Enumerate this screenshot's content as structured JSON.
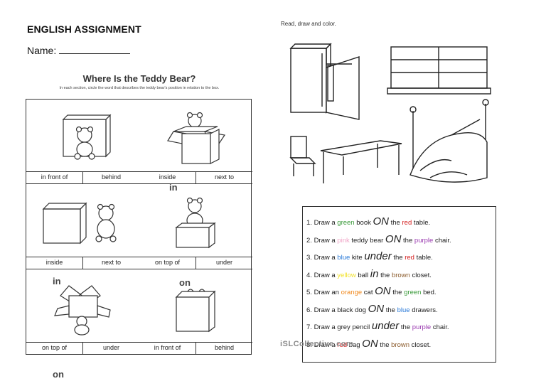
{
  "header": {
    "title": "ENGLISH ASSIGNMENT",
    "name_label": "Name:"
  },
  "worksheet": {
    "title": "Where Is the Teddy Bear?",
    "instruction": "In each section, circle the word that describes the teddy bear's position in relation to the box.",
    "cells": [
      {
        "options": [
          "in front of",
          "behind"
        ]
      },
      {
        "options": [
          "inside",
          "next to"
        ]
      },
      {
        "options": [
          "inside",
          "next to"
        ]
      },
      {
        "options": [
          "on top of",
          "under"
        ]
      },
      {
        "options": [
          "on top of",
          "under"
        ]
      },
      {
        "options": [
          "in front of",
          "behind"
        ]
      }
    ],
    "handwritten": [
      "in",
      "in",
      "on",
      "on"
    ]
  },
  "right": {
    "instruction": "Read, draw and color.",
    "watermark": "iSLCollective.com",
    "items": [
      {
        "num": "1.",
        "parts": [
          [
            "Draw a ",
            "#222"
          ],
          [
            "green",
            "#3a9a3a"
          ],
          [
            " book ",
            "#222"
          ],
          [
            "ON",
            "#222",
            "big"
          ],
          [
            " the ",
            "#222"
          ],
          [
            "red",
            "#d42020"
          ],
          [
            " table.",
            "#222"
          ]
        ]
      },
      {
        "num": "2.",
        "parts": [
          [
            "Draw a ",
            "#222"
          ],
          [
            "pink",
            "#f0a6c8"
          ],
          [
            " teddy bear ",
            "#222"
          ],
          [
            "ON",
            "#222",
            "big"
          ],
          [
            " the ",
            "#222"
          ],
          [
            "purple",
            "#9a3ab0"
          ],
          [
            " chair.",
            "#222"
          ]
        ]
      },
      {
        "num": "3.",
        "parts": [
          [
            "Draw a ",
            "#222"
          ],
          [
            "blue",
            "#2a7ad8"
          ],
          [
            " kite ",
            "#222"
          ],
          [
            "under",
            "#222",
            "big"
          ],
          [
            " the ",
            "#222"
          ],
          [
            "red",
            "#d42020"
          ],
          [
            " table.",
            "#222"
          ]
        ]
      },
      {
        "num": "4.",
        "parts": [
          [
            "Draw a ",
            "#222"
          ],
          [
            "yellow",
            "#f2e22a"
          ],
          [
            " ball ",
            "#222"
          ],
          [
            "in",
            "#222",
            "big"
          ],
          [
            " the ",
            "#222"
          ],
          [
            "brown",
            "#8a5a2a"
          ],
          [
            " closet.",
            "#222"
          ]
        ]
      },
      {
        "num": "5.",
        "parts": [
          [
            "Draw an ",
            "#222"
          ],
          [
            "orange",
            "#f08a20"
          ],
          [
            " cat ",
            "#222"
          ],
          [
            "ON",
            "#222",
            "big"
          ],
          [
            " the ",
            "#222"
          ],
          [
            "green",
            "#3a9a3a"
          ],
          [
            " bed.",
            "#222"
          ]
        ]
      },
      {
        "num": "6.",
        "parts": [
          [
            "Draw a black dog ",
            "#222"
          ],
          [
            "ON",
            "#222",
            "big"
          ],
          [
            " the ",
            "#222"
          ],
          [
            "blue",
            "#2a7ad8"
          ],
          [
            " drawers.",
            "#222"
          ]
        ]
      },
      {
        "num": "7.",
        "parts": [
          [
            "Draw a grey ",
            "#222"
          ],
          [
            "pencil",
            "#222"
          ],
          [
            " ",
            "#222"
          ],
          [
            "under",
            "#222",
            "big"
          ],
          [
            " the ",
            "#222"
          ],
          [
            "purple",
            "#9a3ab0"
          ],
          [
            " chair.",
            "#222"
          ]
        ]
      },
      {
        "num": "8.",
        "parts": [
          [
            "Draw a ",
            "#222"
          ],
          [
            "red",
            "#d42020"
          ],
          [
            " bag ",
            "#222"
          ],
          [
            "ON",
            "#222",
            "big"
          ],
          [
            " the ",
            "#222"
          ],
          [
            "brown",
            "#8a5a2a"
          ],
          [
            " closet.",
            "#222"
          ]
        ]
      }
    ]
  }
}
